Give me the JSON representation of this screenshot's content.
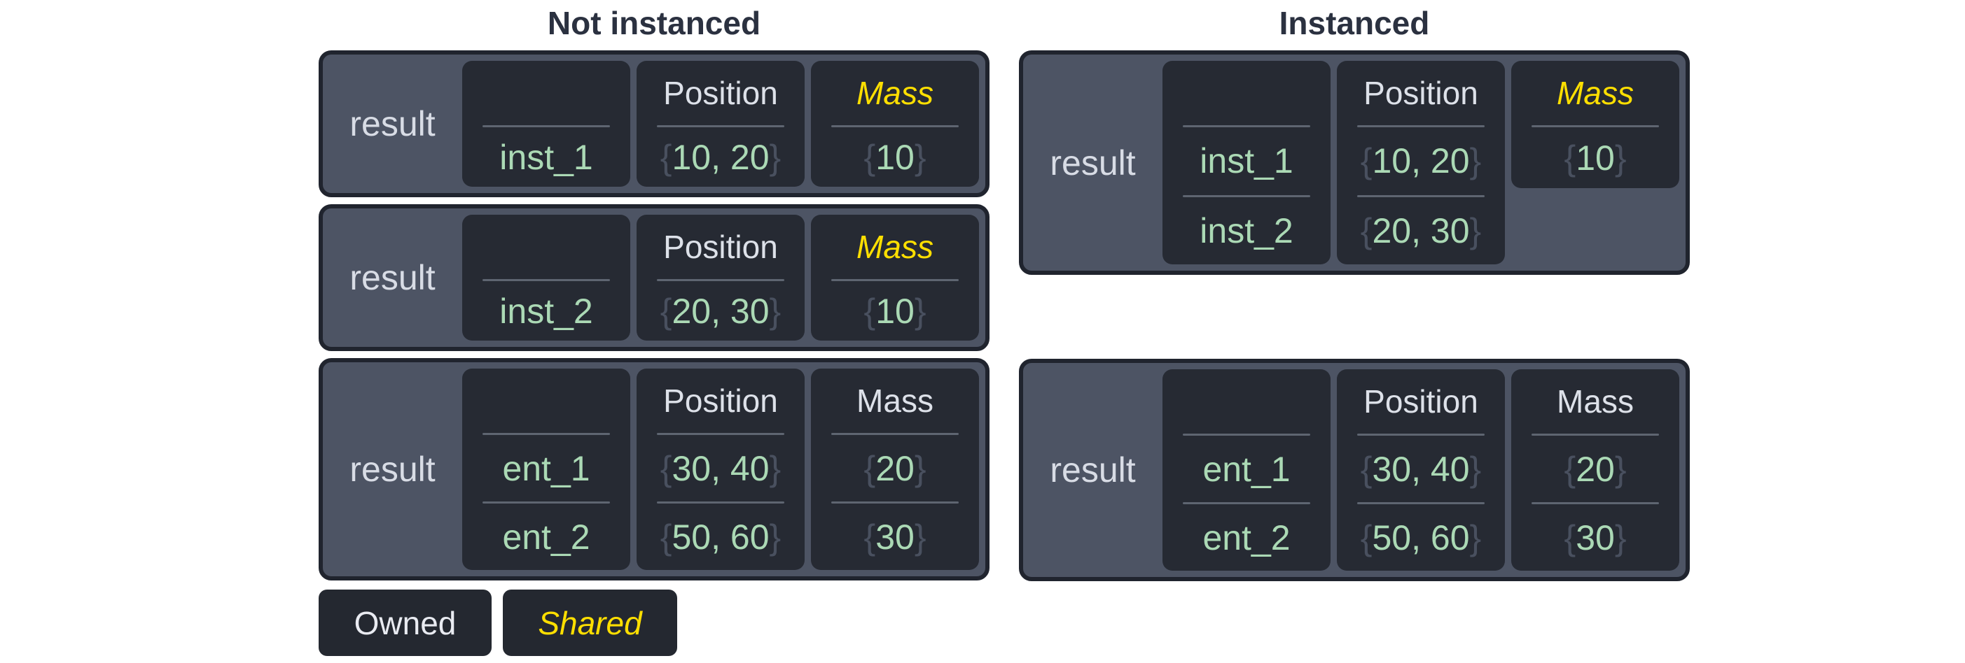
{
  "titles": {
    "left": "Not instanced",
    "right": "Instanced"
  },
  "symbols": {
    "open_brace": "{",
    "close_brace": "}"
  },
  "legend": {
    "owned": "Owned",
    "shared": "Shared"
  },
  "colors": {
    "shared_component_text": "#ffdf00",
    "owned_component_text": "#dde1e9",
    "value_green": "#abd9b5",
    "brace_gray": "#49505f",
    "table_background": "#4d5464",
    "cell_background": "#262a33",
    "table_border": "#20242e",
    "title_text": "#2b3140"
  },
  "tables": {
    "left": [
      {
        "label": "result",
        "columns": [
          {
            "header": "",
            "shared": false,
            "values": [
              "inst_1"
            ]
          },
          {
            "header": "Position",
            "shared": false,
            "values": [
              "10, 20"
            ]
          },
          {
            "header": "Mass",
            "shared": true,
            "values": [
              "10"
            ]
          }
        ]
      },
      {
        "label": "result",
        "columns": [
          {
            "header": "",
            "shared": false,
            "values": [
              "inst_2"
            ]
          },
          {
            "header": "Position",
            "shared": false,
            "values": [
              "20, 30"
            ]
          },
          {
            "header": "Mass",
            "shared": true,
            "values": [
              "10"
            ]
          }
        ]
      },
      {
        "label": "result",
        "columns": [
          {
            "header": "",
            "shared": false,
            "values": [
              "ent_1",
              "ent_2"
            ]
          },
          {
            "header": "Position",
            "shared": false,
            "values": [
              "30, 40",
              "50, 60"
            ]
          },
          {
            "header": "Mass",
            "shared": false,
            "values": [
              "20",
              "30"
            ]
          }
        ]
      }
    ],
    "right": [
      {
        "label": "result",
        "columns": [
          {
            "header": "",
            "shared": false,
            "values": [
              "inst_1",
              "inst_2"
            ]
          },
          {
            "header": "Position",
            "shared": false,
            "values": [
              "10, 20",
              "20, 30"
            ]
          },
          {
            "header": "Mass",
            "shared": true,
            "short": true,
            "values": [
              "10"
            ]
          }
        ]
      },
      {
        "label": "result",
        "columns": [
          {
            "header": "",
            "shared": false,
            "values": [
              "ent_1",
              "ent_2"
            ]
          },
          {
            "header": "Position",
            "shared": false,
            "values": [
              "30, 40",
              "50, 60"
            ]
          },
          {
            "header": "Mass",
            "shared": false,
            "values": [
              "20",
              "30"
            ]
          }
        ]
      }
    ]
  }
}
